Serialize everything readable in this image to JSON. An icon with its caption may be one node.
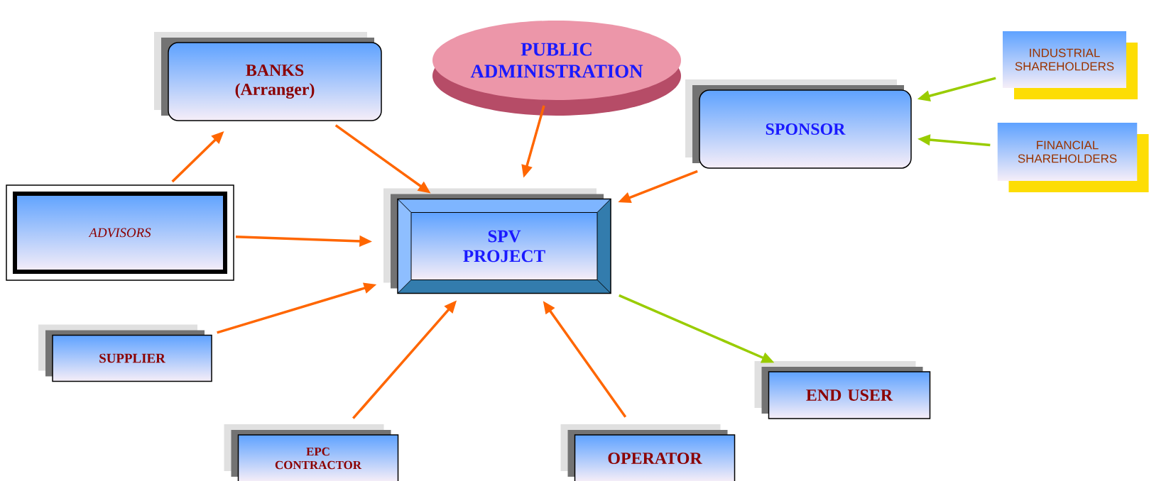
{
  "diagram": {
    "nodes": [
      {
        "text": [
          "BANKS (Arranger)"
        ]
      },
      {
        "text": [
          "PUBLIC ADMINISTRATION"
        ]
      },
      {
        "text": [
          "INDUSTRIAL SHAREHOLDERS"
        ]
      },
      {
        "text": [
          "SPONSOR"
        ]
      },
      {
        "text": [
          "FINANCIAL SHAREHOLDERS"
        ]
      },
      {
        "text": [
          "ADVISORS"
        ]
      },
      {
        "text": [
          "SPV PROJECT"
        ]
      },
      {
        "text": [
          "SUPPLIER"
        ]
      },
      {
        "text": [
          "END USER"
        ]
      },
      {
        "text": [
          "EPC CONTRACTOR"
        ]
      },
      {
        "text": [
          "OPERATOR"
        ]
      }
    ],
    "edges": [
      {
        "from": 5,
        "to": 0,
        "arrow": "to"
      },
      {
        "from": 0,
        "to": 6,
        "arrow": "to"
      },
      {
        "from": 1,
        "to": 6,
        "arrow": "to"
      },
      {
        "from": 3,
        "to": 6,
        "arrow": "to"
      },
      {
        "from": 5,
        "to": 6,
        "arrow": "to"
      },
      {
        "from": 7,
        "to": 6,
        "arrow": "to"
      },
      {
        "from": 9,
        "to": 6,
        "arrow": "to"
      },
      {
        "from": 10,
        "to": 6,
        "arrow": "to"
      },
      {
        "from": 6,
        "to": 8,
        "arrow": "to",
        "color": "#99cc00"
      },
      {
        "from": 2,
        "to": 3,
        "arrow": "to",
        "color": "#99cc00"
      },
      {
        "from": 4,
        "to": 3,
        "arrow": "to",
        "color": "#99cc00"
      }
    ]
  }
}
